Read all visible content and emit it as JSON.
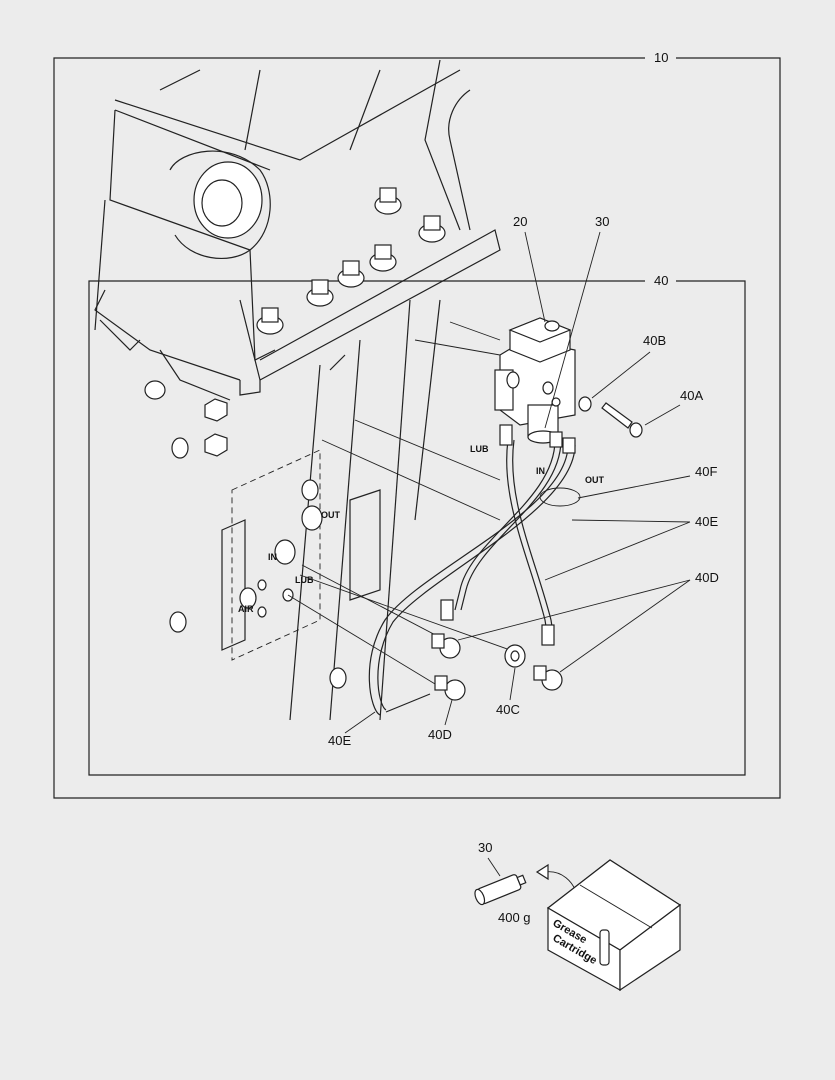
{
  "callouts": {
    "c10": "10",
    "c20": "20",
    "c30": "30",
    "c40": "40",
    "c40A": "40A",
    "c40B": "40B",
    "c40C": "40C",
    "c40D_right": "40D",
    "c40D_bottom": "40D",
    "c40E_right": "40E",
    "c40E_bottom": "40E",
    "c40F": "40F",
    "c30_cartridge": "30"
  },
  "port_labels": {
    "lub": "LUB",
    "in": "IN",
    "out": "OUT",
    "plate_in": "IN",
    "plate_out": "OUT",
    "plate_lub": "LUB",
    "plate_air": "AIR"
  },
  "cartridge": {
    "weight": "400 g",
    "box_line1": "Grease",
    "box_line2": "Cartridge"
  }
}
